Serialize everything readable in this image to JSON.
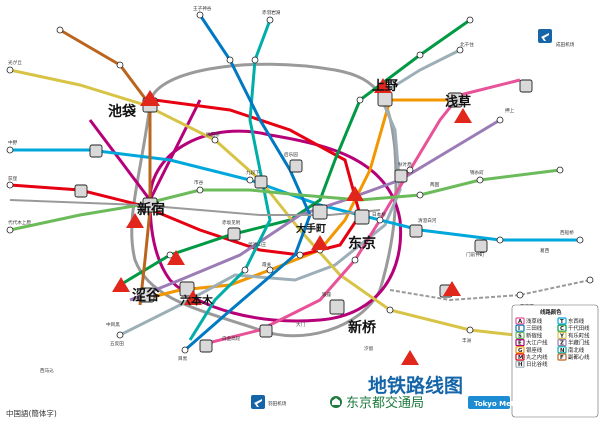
{
  "title": "地铁路线图",
  "operator": "东京都交通局",
  "metro_brand": "Tokyo Metro",
  "footer_note": "中国語(簡体字)",
  "colors": {
    "ginza": "#f39700",
    "marunouchi": "#e60012",
    "hibiya": "#9caeb7",
    "tozai": "#00a7db",
    "chiyoda": "#009944",
    "yurakucho": "#d7c447",
    "hanzomon": "#9b7cb6",
    "namboku": "#00ada9",
    "fukutoshin": "#bb641d",
    "asakusa": "#e85298",
    "mita": "#0079c2",
    "shinjuku": "#6cbb5a",
    "oedo": "#b6007a",
    "jr": "#8a8a8a"
  },
  "major_stations": [
    {
      "key": "ikebukuro",
      "name": "池袋"
    },
    {
      "key": "ueno",
      "name": "上野"
    },
    {
      "key": "asakusa",
      "name": "浅草"
    },
    {
      "key": "shinjuku",
      "name": "新宿"
    },
    {
      "key": "otemachi",
      "name": "大手町"
    },
    {
      "key": "tokyo",
      "name": "东京"
    },
    {
      "key": "shibuya",
      "name": "涩谷"
    },
    {
      "key": "roppongi",
      "name": "六本木"
    },
    {
      "key": "shinbashi",
      "name": "新桥"
    }
  ],
  "minor_stations": [
    {
      "key": "kitasenju",
      "name": "北千住"
    },
    {
      "key": "oshiage",
      "name": "押上"
    },
    {
      "key": "akabane",
      "name": "赤羽岩淵"
    },
    {
      "key": "ojima",
      "name": "王子神谷"
    },
    {
      "key": "nakano",
      "name": "中野"
    },
    {
      "key": "ogikubo",
      "name": "荻窪"
    },
    {
      "key": "hikarigaoka",
      "name": "光が丘"
    },
    {
      "key": "yoyogi",
      "name": "代代木上原"
    },
    {
      "key": "meguro",
      "name": "目黒"
    },
    {
      "key": "gotanda",
      "name": "五反田"
    },
    {
      "key": "nishimagome",
      "name": "西马込"
    },
    {
      "key": "shinkiba",
      "name": "新木场"
    },
    {
      "key": "toyosu",
      "name": "丰洲"
    },
    {
      "key": "nishifunabashi",
      "name": "西船桥"
    },
    {
      "key": "kasai",
      "name": "葛西"
    },
    {
      "key": "kinshicho",
      "name": "锦糸町"
    },
    {
      "key": "nakameguro",
      "name": "中目黑"
    },
    {
      "key": "kudanshita",
      "name": "九段下"
    },
    {
      "key": "iidabashi",
      "name": "饭田桥"
    },
    {
      "key": "ichigaya",
      "name": "市谷"
    },
    {
      "key": "akasaka",
      "name": "赤坂见附"
    },
    {
      "key": "kasumigaseki",
      "name": "霞关"
    },
    {
      "key": "ginza",
      "name": "银座"
    },
    {
      "key": "nihonbashi",
      "name": "日本桥"
    },
    {
      "key": "akihabara",
      "name": "秋叶原"
    },
    {
      "key": "korakuen",
      "name": "后乐园"
    },
    {
      "key": "shirokane",
      "name": "白金高轮"
    },
    {
      "key": "monzennakacho",
      "name": "门前仲町"
    },
    {
      "key": "kiyosumi",
      "name": "清澄白河"
    },
    {
      "key": "narita",
      "name": "成田机场"
    },
    {
      "key": "haneda",
      "name": "羽田机场"
    },
    {
      "key": "ryogoku",
      "name": "两国"
    },
    {
      "key": "kasai2",
      "name": "西葛西"
    },
    {
      "key": "shiodome",
      "name": "汐留"
    },
    {
      "key": "daimon",
      "name": "大门"
    },
    {
      "key": "tameike",
      "name": "溜池山王"
    }
  ],
  "legend": {
    "heading": "线路颜色",
    "items": [
      {
        "code": "A",
        "name": "浅草线",
        "color": "#e85298"
      },
      {
        "code": "I",
        "name": "三田线",
        "color": "#0079c2"
      },
      {
        "code": "S",
        "name": "新宿线",
        "color": "#6cbb5a"
      },
      {
        "code": "E",
        "name": "大江户线",
        "color": "#b6007a"
      },
      {
        "code": "G",
        "name": "银座线",
        "color": "#f39700"
      },
      {
        "code": "M",
        "name": "丸之内线",
        "color": "#e60012"
      },
      {
        "code": "H",
        "name": "日比谷线",
        "color": "#9caeb7"
      },
      {
        "code": "T",
        "name": "东西线",
        "color": "#00a7db"
      },
      {
        "code": "C",
        "name": "千代田线",
        "color": "#009944"
      },
      {
        "code": "Y",
        "name": "有乐町线",
        "color": "#d7c447"
      },
      {
        "code": "Z",
        "name": "半藏门线",
        "color": "#9b7cb6"
      },
      {
        "code": "N",
        "name": "南北线",
        "color": "#00ada9"
      },
      {
        "code": "F",
        "name": "副都心线",
        "color": "#bb641d"
      }
    ]
  }
}
